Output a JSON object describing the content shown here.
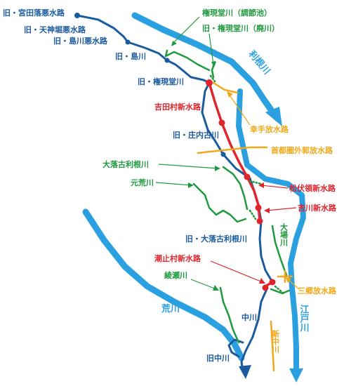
{
  "colors": {
    "major_river": "#2aa0e0",
    "old_river": "#1a5a9e",
    "current_river": "#1f9a3e",
    "new_channel": "#e0242c",
    "discharge_channel": "#f0a818"
  },
  "labels": {
    "kyu_miyata": "旧・宮田落悪水路",
    "kyu_tenjinbori": "旧・天神堀悪水路",
    "kyu_shimakawa_akusui": "旧・島川悪水路",
    "kyu_shimakawa": "旧・島川",
    "kyu_gongendo": "旧・権現堂川",
    "gongendo_chosetsu": "権現堂川（調節池）",
    "kyu_gongendo_haisen": "旧・権現堂川（廃川）",
    "tone": "利根川",
    "yoshidamura": "吉田村新水路",
    "kotehou": "幸手放水路",
    "kyu_shonai": "旧・庄内古川",
    "shutoken": "首都圏外郭放水路",
    "ootoshi_tone": "大落古利根川",
    "matsubushi": "松伏領新水路",
    "motoarakawa": "元荒川",
    "yoshikawa": "吉川新水路",
    "kyu_ootoshi": "旧・大落古利根川",
    "oba": "大場川",
    "shiodome": "潮止村新水路",
    "ayase": "綾瀬川",
    "misato": "三郷放水路",
    "arakawa": "荒川",
    "nakagawa": "中川",
    "shin_nakagawa": "新中川",
    "edogawa": "江戸川",
    "kyu_nakagawa": "旧中川"
  }
}
